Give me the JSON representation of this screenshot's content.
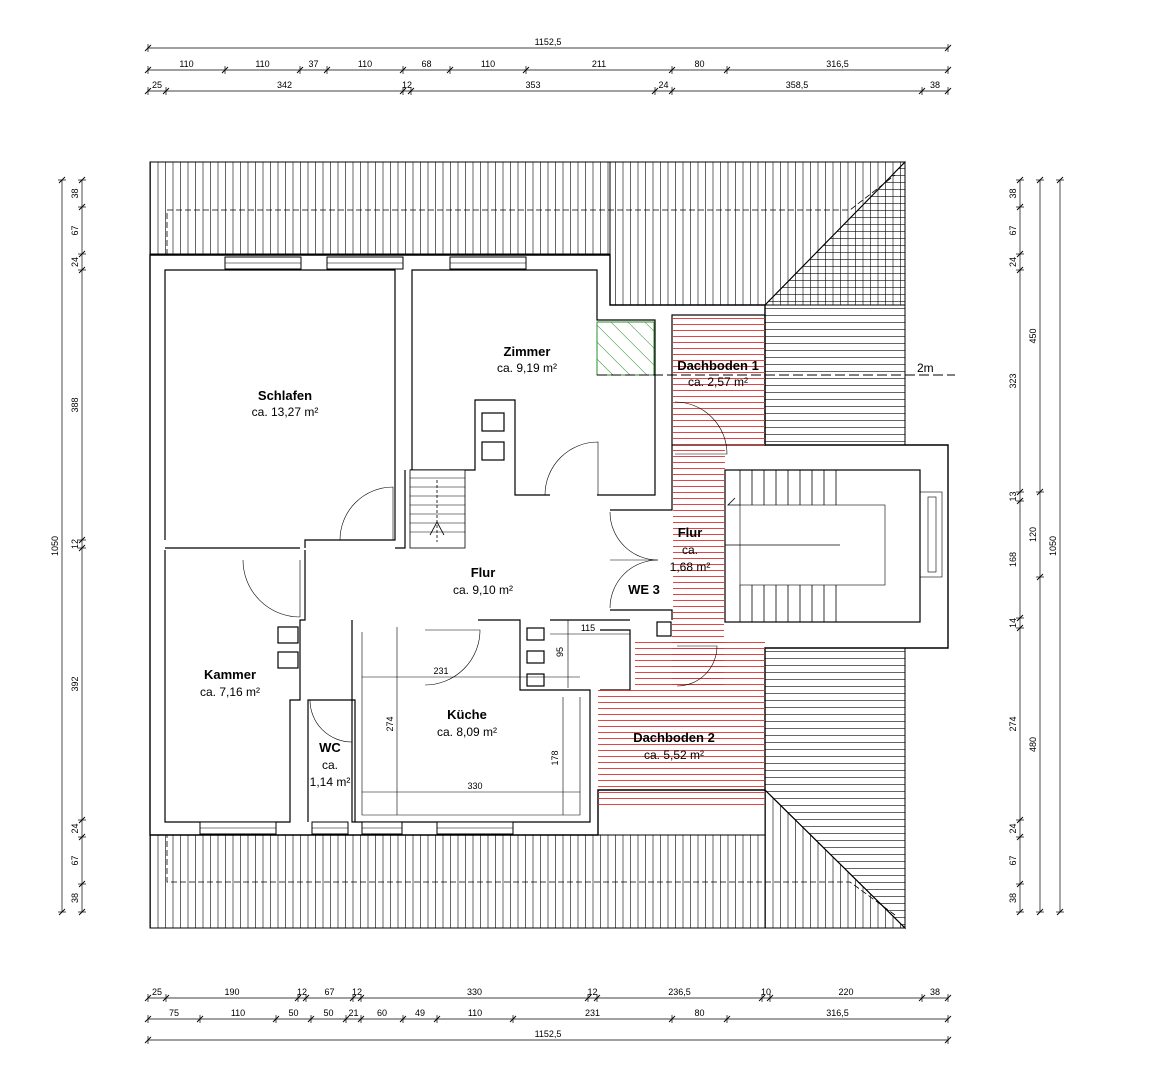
{
  "rooms": {
    "schlafen": {
      "name": "Schlafen",
      "area": "ca. 13,27 m²"
    },
    "zimmer": {
      "name": "Zimmer",
      "area": "ca. 9,19 m²"
    },
    "dachboden1": {
      "name": "Dachboden 1",
      "area": "ca. 2,57 m²"
    },
    "flur_main": {
      "name": "Flur",
      "area": "ca. 9,10 m²"
    },
    "flur_small": {
      "name": "Flur",
      "area_line1": "ca.",
      "area_line2": "1,68 m²"
    },
    "we3": {
      "name": "WE 3"
    },
    "kammer": {
      "name": "Kammer",
      "area": "ca. 7,16 m²"
    },
    "wc": {
      "name": "WC",
      "area_line1": "ca.",
      "area_line2": "1,14 m²"
    },
    "kueche": {
      "name": "Küche",
      "area": "ca. 8,09 m²"
    },
    "dachboden2": {
      "name": "Dachboden 2",
      "area": "ca. 5,52 m²"
    }
  },
  "labels": {
    "height_marker": "2m"
  },
  "dims_top": {
    "overall": "1152,5",
    "row2": [
      "110",
      "110",
      "37",
      "110",
      "68",
      "110",
      "211",
      "80",
      "316,5"
    ],
    "row3": [
      "25",
      "342",
      "12",
      "353",
      "24",
      "358,5",
      "38"
    ]
  },
  "dims_bottom": {
    "row1": [
      "25",
      "190",
      "12",
      "67",
      "12",
      "330",
      "12",
      "236,5",
      "10",
      "220",
      "38"
    ],
    "row2": [
      "75",
      "110",
      "50",
      "50",
      "21",
      "60",
      "49",
      "110",
      "231",
      "80",
      "316,5"
    ],
    "overall": "1152,5"
  },
  "dims_left": {
    "segments": [
      "38",
      "67",
      "24",
      "388",
      "12",
      "392",
      "24",
      "67",
      "38"
    ],
    "overall": "1050"
  },
  "dims_right": {
    "inner": [
      "38",
      "67",
      "24",
      "323",
      "13",
      "168",
      "14",
      "274",
      "24",
      "67",
      "38"
    ],
    "middle": [
      "450",
      "120",
      "480"
    ],
    "overall": "1050"
  },
  "dims_interior": {
    "kueche_top": "231",
    "kueche_bottom": "330",
    "kueche_height": "274",
    "kueche_right": "178",
    "flur_115": "115",
    "flur_95": "95"
  },
  "colors": {
    "stroke": "#000000",
    "hatch_red": "#e03030",
    "hatch_green": "#2e8b2e",
    "background": "#ffffff"
  }
}
